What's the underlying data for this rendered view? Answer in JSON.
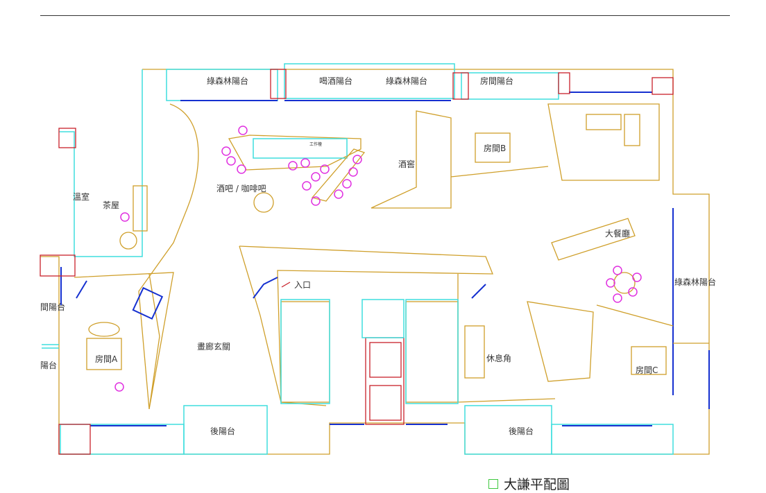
{
  "title": "大謙平配圖",
  "colors": {
    "wall": "#cf9f2a",
    "glass": "#3fdede",
    "window": "#1530d0",
    "column": "#c8202a",
    "chair": "#e030e0",
    "legend": "#3ec83e"
  },
  "labels": {
    "balcony_forest_1": "綠森林陽台",
    "balcony_drink": "喝酒陽台",
    "balcony_forest_2": "綠森林陽台",
    "balcony_room": "房間陽台",
    "greenhouse": "溫室",
    "tea_house": "茶屋",
    "bar_cafe": "酒吧 / 咖啡吧",
    "wine_cellar": "酒窖",
    "room_b": "房間B",
    "dining": "大餐廳",
    "balcony_forest_right": "綠森林陽台",
    "entrance": "入口",
    "gallery_foyer": "畫廊玄關",
    "room_a": "房間A",
    "lounge": "休息角",
    "room_c": "房間C",
    "back_balcony_1": "後陽台",
    "back_balcony_2": "後陽台",
    "left_balcony_1": "間陽台",
    "left_balcony_2": "陽台",
    "workbench": "工作檯"
  }
}
